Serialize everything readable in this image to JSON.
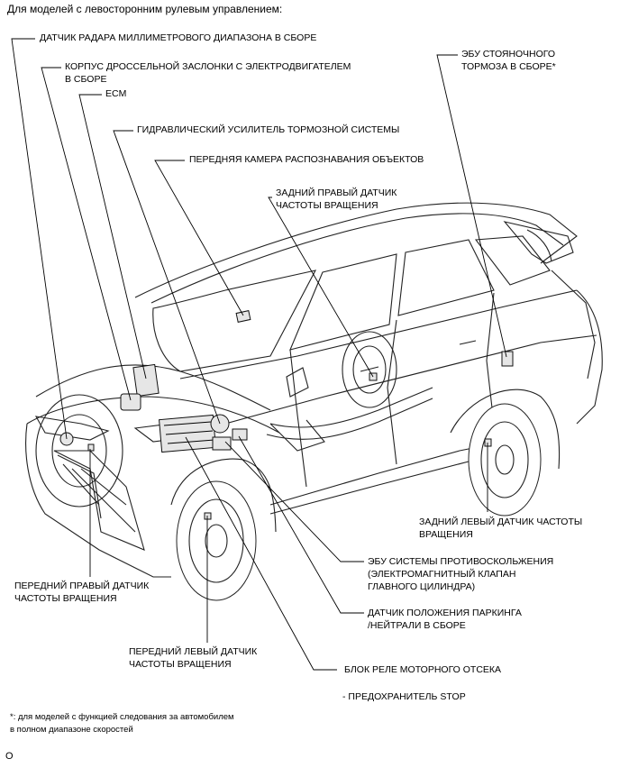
{
  "header": "Для моделей с левосторонним рулевым управлением:",
  "labels": {
    "radar_sensor": "ДАТЧИК РАДАРА МИЛЛИМЕТРОВОГО ДИАПАЗОНА В СБОРЕ",
    "throttle_body_l1": "КОРПУС ДРОССЕЛЬНОЙ ЗАСЛОНКИ С ЭЛЕКТРОДВИГАТЕЛЕМ",
    "throttle_body_l2": "В СБОРЕ",
    "ecm": "ECM",
    "brake_booster": "ГИДРАВЛИЧЕСКИЙ УСИЛИТЕЛЬ ТОРМОЗНОЙ СИСТЕМЫ",
    "front_camera": "ПЕРЕДНЯЯ КАМЕРА РАСПОЗНАВАНИЯ ОБЪЕКТОВ",
    "rear_right_sensor_l1": "ЗАДНИЙ ПРАВЫЙ ДАТЧИК",
    "rear_right_sensor_l2": "ЧАСТОТЫ ВРАЩЕНИЯ",
    "parking_brake_ecu_l1": "ЭБУ СТОЯНОЧНОГО",
    "parking_brake_ecu_l2": "ТОРМОЗА В СБОРЕ*",
    "rear_left_sensor_l1": "ЗАДНИЙ ЛЕВЫЙ ДАТЧИК ЧАСТОТЫ",
    "rear_left_sensor_l2": "ВРАЩЕНИЯ",
    "skid_control_ecu_l1": "ЭБУ СИСТЕМЫ ПРОТИВОСКОЛЬЖЕНИЯ",
    "skid_control_ecu_l2": "(ЭЛЕКТРОМАГНИТНЫЙ КЛАПАН",
    "skid_control_ecu_l3": "ГЛАВНОГО ЦИЛИНДРА)",
    "front_right_sensor_l1": "ПЕРЕДНИЙ ПРАВЫЙ ДАТЧИК",
    "front_right_sensor_l2": "ЧАСТОТЫ ВРАЩЕНИЯ",
    "park_neutral_switch_l1": "ДАТЧИК ПОЛОЖЕНИЯ ПАРКИНГА",
    "park_neutral_switch_l2": "/НЕЙТРАЛИ В СБОРЕ",
    "front_left_sensor_l1": "ПЕРЕДНИЙ ЛЕВЫЙ ДАТЧИК",
    "front_left_sensor_l2": "ЧАСТОТЫ ВРАЩЕНИЯ",
    "relay_block": "БЛОК РЕЛЕ МОТОРНОГО ОТСЕКА",
    "stop_fuse": "- ПРЕДОХРАНИТЕЛЬ STOP"
  },
  "footnote": {
    "line1": "*: для моделей с функцией следования за автомобилем",
    "line2": "в полном диапазоне скоростей"
  },
  "figure_code": "O"
}
